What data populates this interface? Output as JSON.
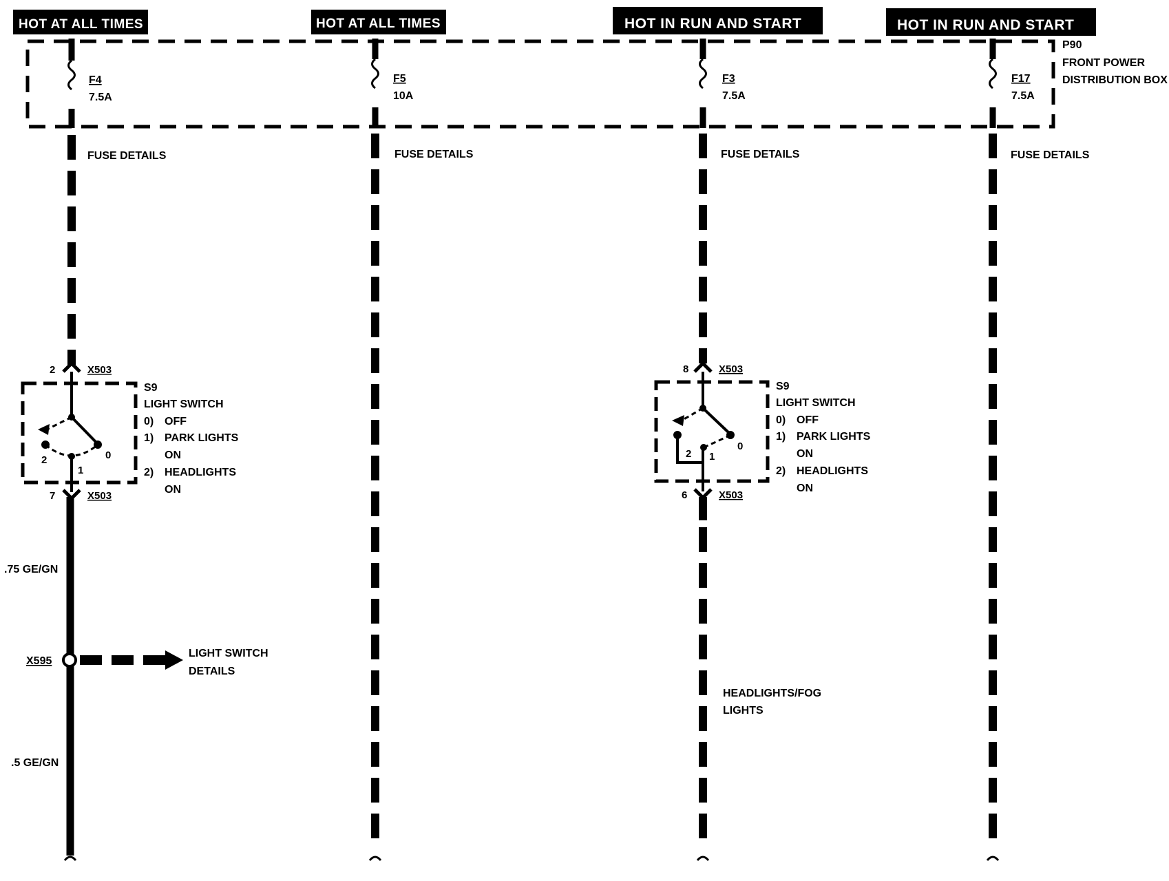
{
  "banners": [
    "HOT AT ALL TIMES",
    "HOT AT ALL TIMES",
    "HOT IN RUN AND START",
    "HOT IN RUN AND START"
  ],
  "distribution_box": {
    "id": "P90",
    "name_line1": "FRONT POWER",
    "name_line2": "DISTRIBUTION BOX"
  },
  "fuses": [
    {
      "id": "F4",
      "rating": "7.5A",
      "details": "FUSE DETAILS"
    },
    {
      "id": "F5",
      "rating": "10A",
      "details": "FUSE DETAILS"
    },
    {
      "id": "F3",
      "rating": "7.5A",
      "details": "FUSE DETAILS"
    },
    {
      "id": "F17",
      "rating": "7.5A",
      "details": "FUSE DETAILS"
    }
  ],
  "switches": [
    {
      "connector": "X503",
      "pin_in": "2",
      "pin_out": "7",
      "id": "S9",
      "name": "LIGHT SWITCH",
      "positions": [
        {
          "num": "0)",
          "text": "OFF"
        },
        {
          "num": "1)",
          "text": "PARK LIGHTS"
        },
        {
          "num": "",
          "text": "ON"
        },
        {
          "num": "2)",
          "text": "HEADLIGHTS"
        },
        {
          "num": "",
          "text": "ON"
        }
      ],
      "contacts": [
        "2",
        "1",
        "0"
      ]
    },
    {
      "connector": "X503",
      "pin_in": "8",
      "pin_out": "6",
      "id": "S9",
      "name": "LIGHT SWITCH",
      "positions": [
        {
          "num": "0)",
          "text": "OFF"
        },
        {
          "num": "1)",
          "text": "PARK LIGHTS"
        },
        {
          "num": "",
          "text": "ON"
        },
        {
          "num": "2)",
          "text": "HEADLIGHTS"
        },
        {
          "num": "",
          "text": "ON"
        }
      ],
      "contacts": [
        "2",
        "1",
        "0"
      ]
    }
  ],
  "wires": {
    "wire1": ".75 GE/GN",
    "wire2": ".5 GE/GN"
  },
  "splice": {
    "id": "X595",
    "ref_line1": "LIGHT SWITCH",
    "ref_line2": "DETAILS"
  },
  "headlights_ref": {
    "line1": "HEADLIGHTS/FOG",
    "line2": "LIGHTS"
  }
}
